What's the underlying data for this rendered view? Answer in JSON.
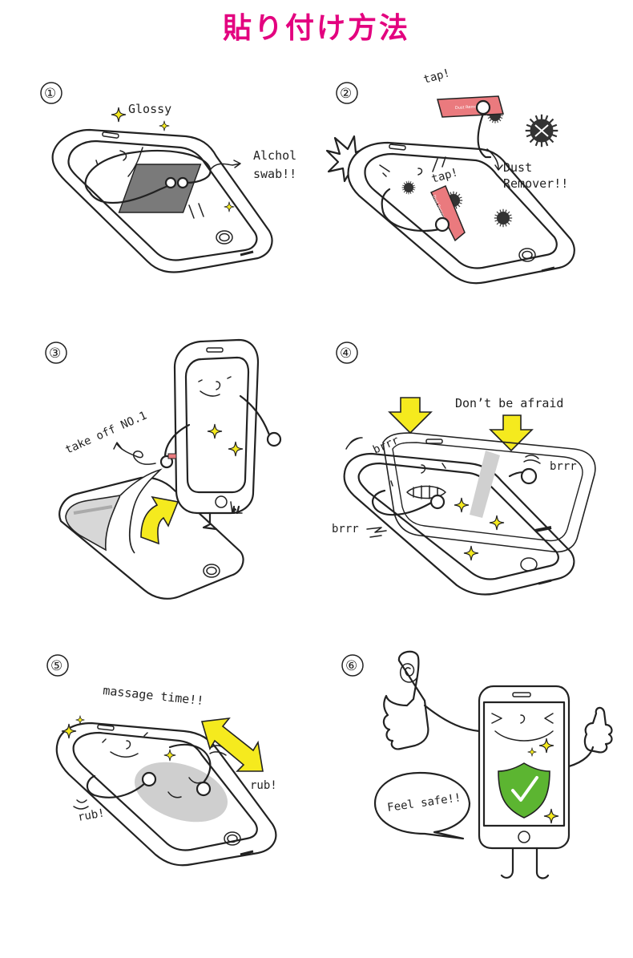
{
  "title": "貼り付け方法",
  "colors": {
    "title": "#e3007f",
    "sparkle": "#f5ea1e",
    "arrow": "#f5ea1e",
    "shield": "#5cb531",
    "dust_remover": "#ea7a7e",
    "pad": "#7a7a7a",
    "smudge": "#cfcfcf"
  },
  "steps": [
    {
      "number": "①",
      "labels": [
        "Glossy",
        "Alchol",
        "swab!!"
      ],
      "icons": [
        "phone-icon",
        "sparkle-icon",
        "alcohol-swab-icon"
      ]
    },
    {
      "number": "②",
      "labels": [
        "tap!",
        "tap!",
        "Dust",
        "Remover!!"
      ],
      "sticker_text": "Dust Remover",
      "icons": [
        "phone-icon",
        "dust-germ-icon",
        "dust-remover-sticker-icon"
      ]
    },
    {
      "number": "③",
      "labels": [
        "take off NO.1"
      ],
      "icons": [
        "phone-icon",
        "film-peel-icon",
        "curved-arrow-icon"
      ]
    },
    {
      "number": "④",
      "labels": [
        "Don’t be afraid",
        "brrr",
        "brrr",
        "brrr"
      ],
      "icons": [
        "phone-icon",
        "down-arrow-icon",
        "protector-film-icon"
      ]
    },
    {
      "number": "⑤",
      "labels": [
        "massage time!!",
        "rub!",
        "rub!"
      ],
      "icons": [
        "phone-icon",
        "double-arrow-icon",
        "sparkle-icon"
      ]
    },
    {
      "number": "⑥",
      "labels": [
        "Feel safe!!"
      ],
      "icons": [
        "phone-icon",
        "shield-check-icon",
        "thumbs-up-icon"
      ]
    }
  ]
}
